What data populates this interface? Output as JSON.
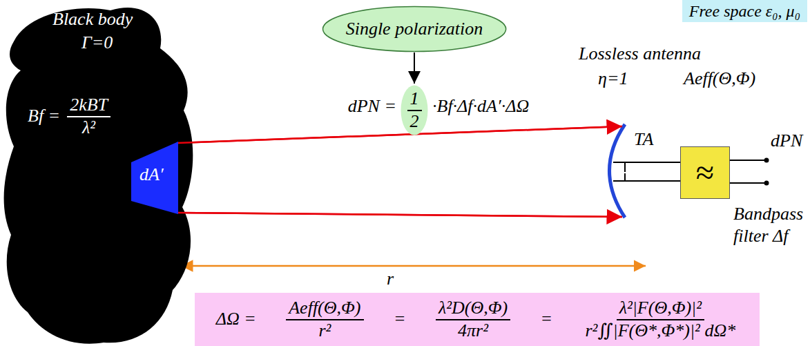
{
  "diagram": {
    "nodes": [
      {
        "text": [
          "Black body",
          "Γ=0",
          "Bf =",
          "2kBT",
          "λ²"
        ]
      },
      {
        "text": [
          "dA′"
        ],
        "in": 0
      },
      {
        "text": [
          "Single polarization"
        ]
      },
      {
        "text": [
          "1",
          "2"
        ]
      },
      {
        "text": [
          "Free space ε₀, μ₀"
        ]
      },
      {
        "text": [
          "≈"
        ]
      },
      {
        "text": [
          "ΔΩ =",
          "Aeff(Θ,Φ)",
          "r²",
          "=",
          "λ²D(Θ,Φ)",
          "4πr²",
          "=",
          "λ²|F(Θ,Φ)|²",
          "r²∬|F(Θ*,Φ*)|² dΩ*"
        ]
      }
    ],
    "edges": [
      {
        "from": 2,
        "to": 3,
        "arrow": "to"
      }
    ],
    "labels": [
      "dPN =",
      "·Bf·Δf·dA′·ΔΩ",
      "Lossless antenna",
      "η=1",
      "Aeff(Θ,Φ)",
      "TA",
      "dPN",
      "Bandpass",
      "filter Δf",
      "r"
    ]
  }
}
